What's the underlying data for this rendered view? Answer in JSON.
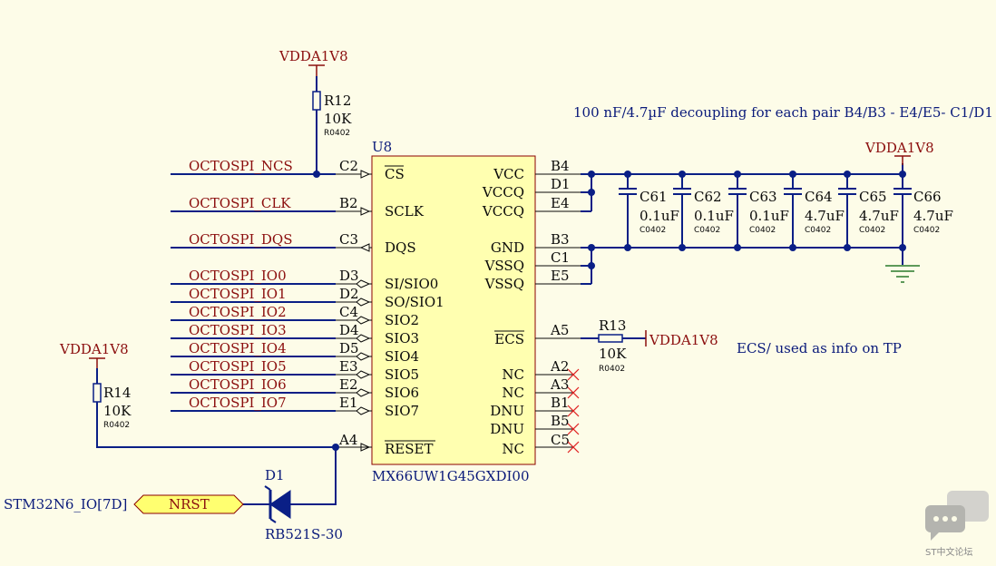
{
  "note": "100 nF/4.7µF decoupling  for each pair B4/B3 - E4/E5- C1/D1",
  "ecs_note": "ECS/ used as info on TP",
  "power": "VDDA1V8",
  "chip": {
    "ref": "U8",
    "part": "MX66UW1G45GXDI00",
    "left_pins": [
      {
        "net": "OCTOSPI_NCS",
        "num": "C2",
        "name": "CS"
      },
      {
        "net": "OCTOSPI_CLK",
        "num": "B2",
        "name": "SCLK"
      },
      {
        "net": "OCTOSPI_DQS",
        "num": "C3",
        "name": "DQS"
      },
      {
        "net": "OCTOSPI_IO0",
        "num": "D3",
        "name": "SI/SIO0"
      },
      {
        "net": "OCTOSPI_IO1",
        "num": "D2",
        "name": "SO/SIO1"
      },
      {
        "net": "OCTOSPI_IO2",
        "num": "C4",
        "name": "SIO2"
      },
      {
        "net": "OCTOSPI_IO3",
        "num": "D4",
        "name": "SIO3"
      },
      {
        "net": "OCTOSPI_IO4",
        "num": "D5",
        "name": "SIO4"
      },
      {
        "net": "OCTOSPI_IO5",
        "num": "E3",
        "name": "SIO5"
      },
      {
        "net": "OCTOSPI_IO6",
        "num": "E2",
        "name": "SIO6"
      },
      {
        "net": "OCTOSPI_IO7",
        "num": "E1",
        "name": "SIO7"
      }
    ],
    "reset": {
      "num": "A4",
      "name": "RESET"
    },
    "right_pins": [
      {
        "num": "B4",
        "name": "VCC"
      },
      {
        "num": "D1",
        "name": "VCCQ"
      },
      {
        "num": "E4",
        "name": "VCCQ"
      },
      {
        "num": "B3",
        "name": "GND"
      },
      {
        "num": "C1",
        "name": "VSSQ"
      },
      {
        "num": "E5",
        "name": "VSSQ"
      },
      {
        "num": "A5",
        "name": "ECS"
      },
      {
        "num": "A2",
        "name": "NC"
      },
      {
        "num": "A3",
        "name": "NC"
      },
      {
        "num": "B1",
        "name": "DNU"
      },
      {
        "num": "B5",
        "name": "DNU"
      },
      {
        "num": "C5",
        "name": "NC"
      }
    ]
  },
  "caps": [
    {
      "ref": "C61",
      "value": "0.1uF",
      "pkg": "C0402"
    },
    {
      "ref": "C62",
      "value": "0.1uF",
      "pkg": "C0402"
    },
    {
      "ref": "C63",
      "value": "0.1uF",
      "pkg": "C0402"
    },
    {
      "ref": "C64",
      "value": "4.7uF",
      "pkg": "C0402"
    },
    {
      "ref": "C65",
      "value": "4.7uF",
      "pkg": "C0402"
    },
    {
      "ref": "C66",
      "value": "4.7uF",
      "pkg": "C0402"
    }
  ],
  "resistors": {
    "r12": {
      "ref": "R12",
      "value": "10K",
      "pkg": "R0402"
    },
    "r13": {
      "ref": "R13",
      "value": "10K",
      "pkg": "R0402"
    },
    "r14": {
      "ref": "R14",
      "value": "10K",
      "pkg": "R0402"
    }
  },
  "diode": {
    "ref": "D1",
    "part": "RB521S-30"
  },
  "port": {
    "label": "NRST",
    "source": "STM32N6_IO[7D]"
  },
  "watermark": "ST中文论坛"
}
